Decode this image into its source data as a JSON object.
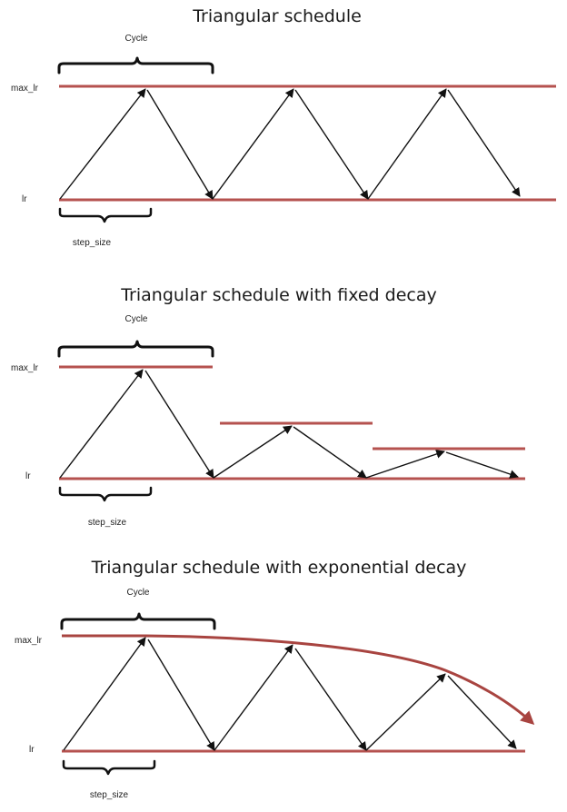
{
  "colors": {
    "bound_line": "#b5524f",
    "decay_curve": "#a84440",
    "arrow": "#111111",
    "text": "#1a1a1a"
  },
  "panels": [
    {
      "title": "Triangular schedule",
      "cycle_label": "Cycle",
      "max_label": "max_lr",
      "min_label": "lr",
      "step_label": "step_size"
    },
    {
      "title": "Triangular schedule with fixed decay",
      "cycle_label": "Cycle",
      "max_label": "max_lr",
      "min_label": "lr",
      "step_label": "step_size"
    },
    {
      "title": "Triangular schedule with exponential decay",
      "cycle_label": "Cycle",
      "max_label": "max_lr",
      "min_label": "lr",
      "step_label": "step_size"
    }
  ]
}
